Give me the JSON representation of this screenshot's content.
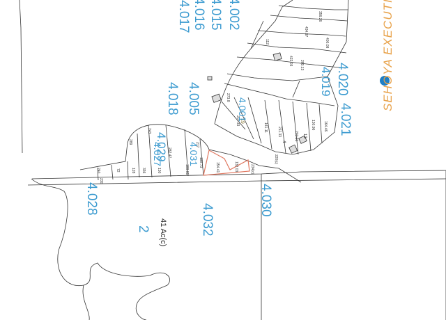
{
  "parcels": {
    "p4028": "4.028",
    "p4032": "4.032",
    "p4030": "4.030",
    "p4027": "4.027",
    "p4029": "4.029",
    "p4031": "4.031",
    "p4018": "4.018",
    "p4005": "4.005",
    "p4001": "4.001",
    "p4017": "4.017",
    "p4016": "4.016",
    "p4015": "4.015",
    "p4002": "4.002",
    "p4019": "4.019",
    "p4020": "4.020",
    "p4021": "4.021"
  },
  "lot": {
    "number": "2",
    "acreage": "41 Ac(c)"
  },
  "dimensions": {
    "d1": "240",
    "d2": "72",
    "d3": "230",
    "d4": "128",
    "d5": "336",
    "d6": "130",
    "d7": "188.81",
    "d8": "282.47",
    "d9": "243",
    "d10": "289",
    "d11": "190.73",
    "d12": "154.41",
    "d13": "132.03",
    "d14": "234(c)",
    "d15": "220(c)",
    "d16": "273.8",
    "d17": "207.33",
    "d18": "141.11",
    "d19": "211.33",
    "d20": "202.91",
    "d21": "130.96",
    "d22": "164.46",
    "d23": "422.03",
    "d24": "280.13",
    "d25": "434.97",
    "d26": "356.26",
    "d27": "400.08",
    "d28": "112",
    "d29": "217"
  },
  "lot_numbers": {
    "l19": "19",
    "l4": "4",
    "l13": "13"
  },
  "watermark": {
    "text": "SEHOYA EXECUTI",
    "color": "#e8a24a"
  },
  "colors": {
    "parcel_id": "#3c9bd0",
    "highlight": "#e07860",
    "line": "#333333"
  }
}
